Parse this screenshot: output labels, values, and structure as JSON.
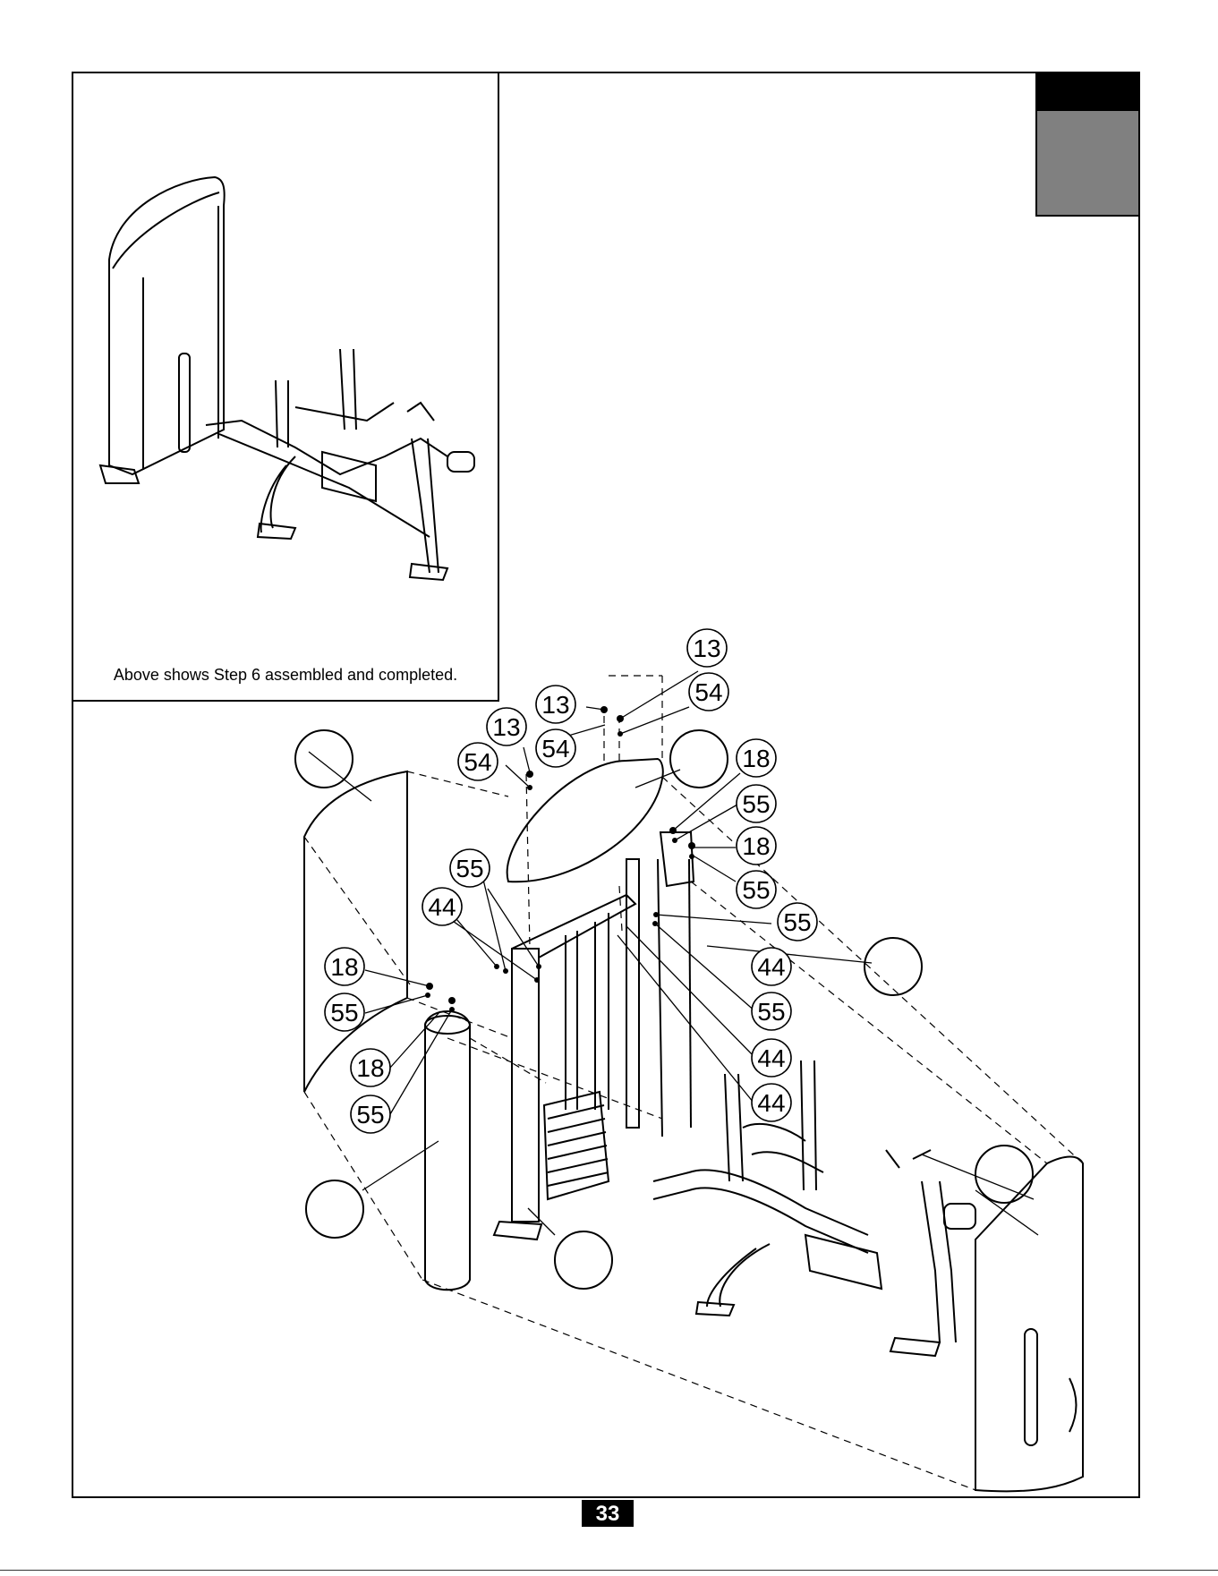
{
  "caption": "Above shows Step 6 assembled and completed.",
  "page_number": "33",
  "callouts": [
    "13",
    "13",
    "54",
    "13",
    "54",
    "54",
    "18",
    "55",
    "18",
    "55",
    "55",
    "55",
    "44",
    "18",
    "55",
    "44",
    "18",
    "55",
    "55",
    "44",
    "44"
  ]
}
